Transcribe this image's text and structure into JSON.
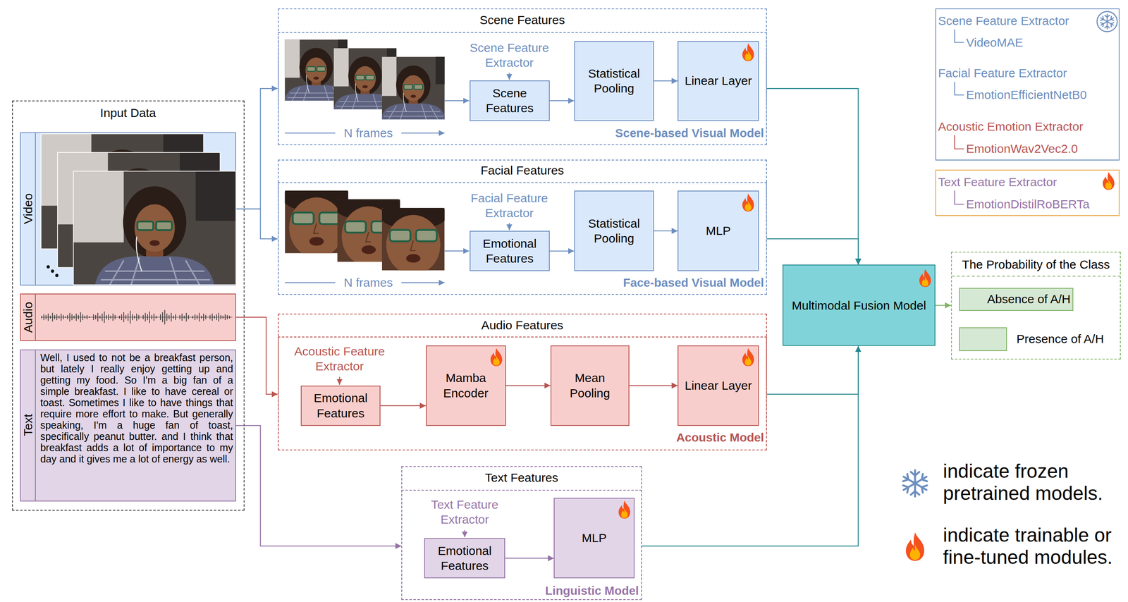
{
  "diagram": {
    "nodes": [
      {
        "text": [
          "Input Data"
        ]
      },
      {
        "text": [
          "Video"
        ],
        "in": 0
      },
      {
        "text": [
          "Audio"
        ],
        "in": 0
      },
      {
        "text": [
          "Text",
          "Well, I used to not be a breakfast person, but lately I really enjoy getting up and getting my food. So I'm a big fan of a simple breakfast. I like to have cereal or toast. Sometimes I like to have things that require more effort to make. But generally speaking, I'm a huge fan of toast, specifically peanut butter. and I think that breakfast adds a lot of importance to my day and it gives me a lot of energy as well."
        ],
        "in": 0
      },
      {
        "text": [
          "Scene Features"
        ]
      },
      {
        "text": [
          "Scene-based Visual Model"
        ],
        "in": 4
      },
      {
        "text": [
          "Scene Feature Extractor",
          "Scene Features"
        ],
        "in": 5
      },
      {
        "text": [
          "Statistical Pooling"
        ],
        "in": 5
      },
      {
        "text": [
          "Linear Layer"
        ],
        "in": 5
      },
      {
        "text": [
          "Facial Features"
        ]
      },
      {
        "text": [
          "Face-based Visual Model"
        ],
        "in": 9
      },
      {
        "text": [
          "Facial Feature Extractor",
          "Emotional Features"
        ],
        "in": 10
      },
      {
        "text": [
          "Statistical Pooling"
        ],
        "in": 10
      },
      {
        "text": [
          "MLP"
        ],
        "in": 10
      },
      {
        "text": [
          "Audio Features"
        ]
      },
      {
        "text": [
          "Acoustic Model"
        ],
        "in": 14
      },
      {
        "text": [
          "Acoustic Feature Extractor",
          "Emotional Features"
        ],
        "in": 15
      },
      {
        "text": [
          "Mamba Encoder"
        ],
        "in": 15
      },
      {
        "text": [
          "Mean Pooling"
        ],
        "in": 15
      },
      {
        "text": [
          "Linear Layer"
        ],
        "in": 15
      },
      {
        "text": [
          "Text Features"
        ]
      },
      {
        "text": [
          "Linguistic Model"
        ],
        "in": 20
      },
      {
        "text": [
          "Text Feature Extractor",
          "Emotional Features"
        ],
        "in": 21
      },
      {
        "text": [
          "MLP"
        ],
        "in": 21
      },
      {
        "text": [
          "Multimodal Fusion Model"
        ]
      },
      {
        "text": [
          "The Probability of the Class"
        ]
      },
      {
        "text": [
          "Absence of A/H"
        ],
        "in": 25
      },
      {
        "text": [
          "Presence of A/H"
        ],
        "in": 25
      },
      {
        "text": [
          "Scene Feature Extractor",
          "VideoMAE",
          "Facial Feature Extractor",
          "EmotionEfficientNetB0",
          "Acoustic Emotion Extractor",
          "EmotionWav2Vec2.0"
        ]
      },
      {
        "text": [
          "Text Feature Extractor",
          "EmotionDistilRoBERTa"
        ]
      }
    ],
    "edges": [
      {
        "from": 1,
        "to": 5,
        "arrow": "to"
      },
      {
        "from": 1,
        "to": 10,
        "arrow": "to"
      },
      {
        "from": 2,
        "to": 15,
        "arrow": "to"
      },
      {
        "from": 3,
        "to": 21,
        "arrow": "to"
      },
      {
        "from": 6,
        "to": 7,
        "arrow": "to"
      },
      {
        "from": 7,
        "to": 8,
        "arrow": "to"
      },
      {
        "from": 11,
        "to": 12,
        "arrow": "to"
      },
      {
        "from": 12,
        "to": 13,
        "arrow": "to"
      },
      {
        "from": 16,
        "to": 17,
        "arrow": "to"
      },
      {
        "from": 17,
        "to": 18,
        "arrow": "to"
      },
      {
        "from": 18,
        "to": 19,
        "arrow": "to"
      },
      {
        "from": 22,
        "to": 23,
        "arrow": "to"
      },
      {
        "from": 5,
        "to": 24,
        "arrow": "to"
      },
      {
        "from": 10,
        "to": 24,
        "arrow": "to"
      },
      {
        "from": 15,
        "to": 24,
        "arrow": "to"
      },
      {
        "from": 21,
        "to": 24,
        "arrow": "to"
      },
      {
        "from": 24,
        "to": 25,
        "arrow": "to"
      }
    ],
    "labels": [
      "N frames",
      "N frames"
    ],
    "legend": [
      {
        "text": "indicate frozen pretrained models."
      },
      {
        "text": "indicate trainable or fine-tuned modules."
      }
    ]
  }
}
